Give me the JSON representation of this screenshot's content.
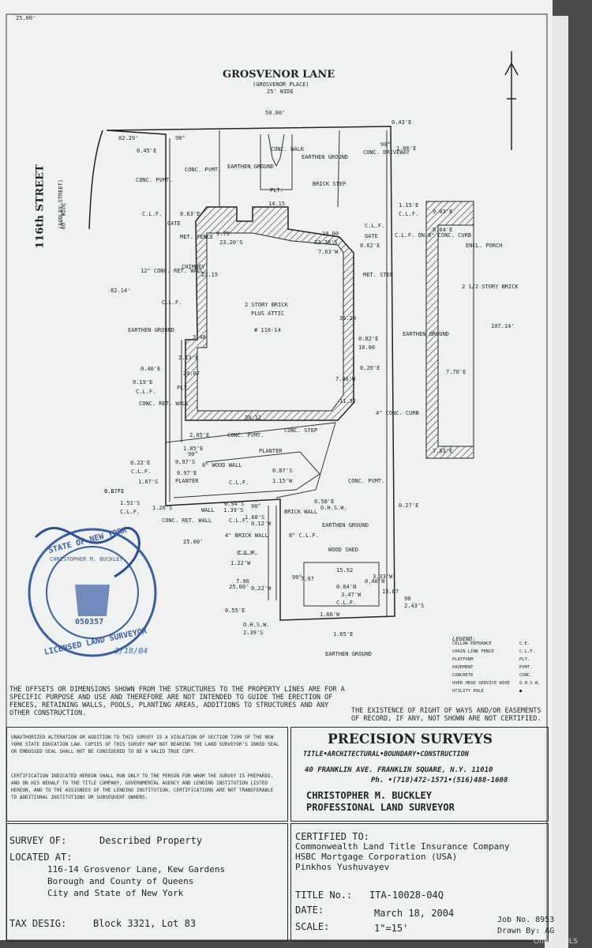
{
  "street_top": {
    "name": "GROSVENOR LANE",
    "alt": "(GROSVENOR PLACE)",
    "width": "25' WIDE"
  },
  "street_left": {
    "name": "116th STREET",
    "alt": "(AUDLEY STREET)",
    "width": "60' WIDE"
  },
  "plan_labels": [
    "50.00'",
    "82.29'",
    "90°",
    "0.45'E",
    "CONC. PVMT.",
    "CONC. PVMT.",
    "EARTHEN GROUND",
    "CONC. WALK",
    "EARTHEN GROUND",
    "BRICK STEP",
    "PLT.",
    "CONC. DRIVEWAY",
    "90°",
    "0.43'E",
    "1.06'E",
    "14.15",
    "C.L.F.",
    "0.63'E",
    "GATE",
    "MET. FENCE",
    "9.79",
    "23.20'S",
    "10.00",
    "23.28'S",
    "C.L.F.",
    "GATE",
    "0.62'E",
    "7.63'W",
    "1.15'E",
    "C.L.F.",
    "9.03'E",
    "8.64'E",
    "ENCL. PORCH",
    "CHIMNEY",
    "23.15",
    "2 STORY BRICK",
    "PLUS ATTIC",
    "# 116-14",
    "36.20",
    "MET. STEP",
    "C.L.F. ON 8\" CONC. CURB",
    "82.14'",
    "12\" CONC. RET. WALL",
    "C.L.F.",
    "EARTHEN GROUND",
    "3.48",
    "0.82'E",
    "10.00",
    "EARTHEN GROUND",
    "2 1/2 STORY BRICK",
    "107.14'",
    "2.13'E",
    "0.46'E",
    "0.19'E",
    "C.L.F.",
    "20.67",
    "PLT.",
    "7.46'W",
    "0.20'E",
    "7.70'E",
    "11.32",
    "30.12",
    "CONC. RET. WALL",
    "2.05'E",
    "CONC. PVMT.",
    "CONC. STEP",
    "4\" CONC. CURB",
    "1.05'E",
    "PLANTER",
    "90°",
    "0.22'E",
    "C.L.F.",
    "1.07'S",
    "0.97'S",
    "0.97'E",
    "8\" WOOD WALL",
    "0.87'S",
    "7.83'E",
    "C.L.F.",
    "0.87'E",
    "PLANTER",
    "C.L.F.",
    "1.15'W",
    "CONC. PVMT.",
    "1.51'S",
    "C.L.F.",
    "1.26'S",
    "WALL",
    "0.94'S",
    "1.39'S",
    "90°",
    "O.H.S.W.",
    "0.27'E",
    "CONC. RET. WALL",
    "C.L.F.",
    "1.68'S",
    "0.12'W",
    "0.58'E",
    "BRICK WALL",
    "EARTHEN GROUND",
    "25.00'",
    "4\" BRICK WALL",
    "C.L.F.",
    "1.22'W",
    "C.L.F.",
    "8\" C.L.F.",
    "WOOD SHED",
    "25.00'",
    "90°",
    "15.92",
    "3.33'W",
    "0.22'W",
    "7.97",
    "0.64'N",
    "3.47'W",
    "0.40'N",
    "7.96",
    "C.L.F.",
    "15.87",
    "90",
    "2.43'S",
    "0.55'E",
    "1.66'W",
    "O.H.S.W.",
    "2.39'S",
    "1.65'E",
    "EARTHEN GROUND",
    "25.00'"
  ],
  "legend": {
    "title": "LEGEND:",
    "items": [
      {
        "name": "CELLAR ENTRANCE",
        "abbr": "C.E."
      },
      {
        "name": "CHAIN LINK FENCE",
        "abbr": "C.L.F."
      },
      {
        "name": "PLATFORM",
        "abbr": "PLT."
      },
      {
        "name": "PAVEMENT",
        "abbr": "PVMT."
      },
      {
        "name": "CONCRETE",
        "abbr": "CONC."
      },
      {
        "name": "OVER HEAD SERVICE WIRE",
        "abbr": "O.H.S.W."
      },
      {
        "name": "UTILITY POLE",
        "abbr": "●"
      }
    ]
  },
  "seal": {
    "top": "STATE OF NEW YORK",
    "name": "CHRISTOPHER M. BUCKLEY",
    "number": "050357",
    "bottom": "LICENSED LAND SURVEYOR",
    "date": "3/18/04"
  },
  "notes": {
    "offsets": "THE OFFSETS OR DIMENSIONS SHOWN FROM THE STRUCTURES TO THE PROPERTY LINES ARE FOR A SPECIFIC PURPOSE AND USE AND THEREFORE ARE NOT INTENDED TO GUIDE THE ERECTION OF FENCES, RETAINING WALLS, POOLS, PLANTING AREAS, ADDITIONS TO STRUCTURES AND ANY OTHER CONSTRUCTION.",
    "easements": "THE EXISTENCE OF RIGHT OF WAYS AND/OR EASEMENTS OF RECORD, IF ANY, NOT SHOWN ARE NOT CERTIFIED.",
    "unauthorized": "UNAUTHORIZED ALTERATION OR ADDITION TO THIS SURVEY IS A VIOLATION OF SECTION 7209 OF THE NEW YORK STATE EDUCATION LAW. COPIES OF THIS SURVEY MAP NOT BEARING THE LAND SURVEYOR'S INKED SEAL OR EMBOSSED SEAL SHALL NOT BE CONSIDERED TO BE A VALID TRUE COPY.",
    "certification": "CERTIFICATION INDICATED HEREON SHALL RUN ONLY TO THE PERSON FOR WHOM THE SURVEY IS PREPARED, AND ON HIS BEHALF TO THE TITLE COMPANY, GOVERNMENTAL AGENCY AND LENDING INSTITUTION LISTED HEREON, AND TO THE ASSIGNEES OF THE LENDING INSTITUTION. CERTIFICATIONS ARE NOT TRANSFERABLE TO ADDITIONAL INSTITUTIONS OR SUBSEQUENT OWNERS."
  },
  "company": {
    "name": "PRECISION SURVEYS",
    "services": "TITLE•ARCHITECTURAL•BOUNDARY•CONSTRUCTION",
    "address": "40 FRANKLIN AVE. FRANKLIN SQUARE, N.Y. 11010",
    "phone": "Ph. •(718)472-1571•(516)488-1608",
    "surveyor": "CHRISTOPHER M. BUCKLEY",
    "title": "PROFESSIONAL LAND SURVEYOR"
  },
  "info": {
    "survey_of_label": "SURVEY OF:",
    "survey_of": "Described Property",
    "located_label": "LOCATED AT:",
    "located_lines": [
      "116-14 Grosvenor Lane, Kew Gardens",
      "Borough and County of Queens",
      "City and State of New York"
    ],
    "tax_label": "TAX DESIG:",
    "tax": "Block 3321, Lot 83",
    "certified_label": "CERTIFIED TO:",
    "certified": [
      "Commonwealth Land Title Insurance Company",
      "HSBC Mortgage Corporation (USA)",
      "Pinkhos Yushuvayev"
    ],
    "title_label": "TITLE No.:",
    "title_no": "ITA-10028-04Q",
    "date_label": "DATE:",
    "date": "March 18, 2004",
    "scale_label": "SCALE:",
    "scale": "1\"=15'",
    "job": "Job No. 8953",
    "drawn": "Drawn By: AG"
  },
  "watermark": "OneKey MLS"
}
